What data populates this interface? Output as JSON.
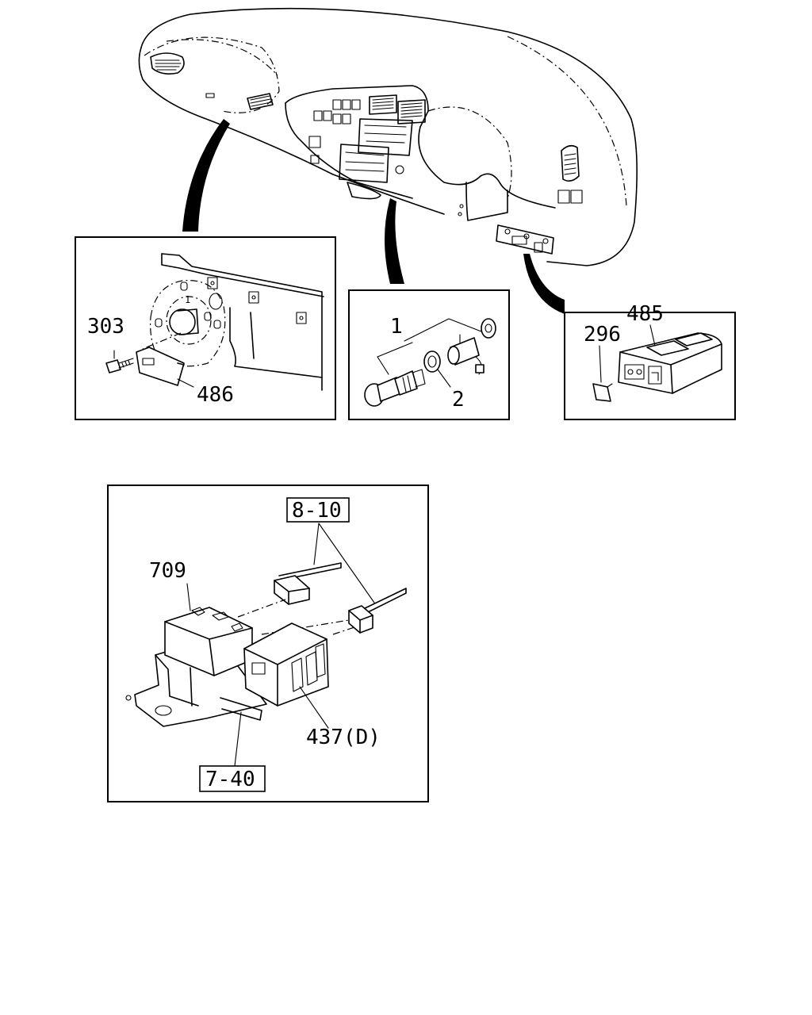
{
  "labels": {
    "p303": "303",
    "p486": "486",
    "p1": "1",
    "p2": "2",
    "p296": "296",
    "p485": "485",
    "p709": "709",
    "p437": "437(D)",
    "ref_8_10": "8-10",
    "ref_7_40": "7-40"
  }
}
